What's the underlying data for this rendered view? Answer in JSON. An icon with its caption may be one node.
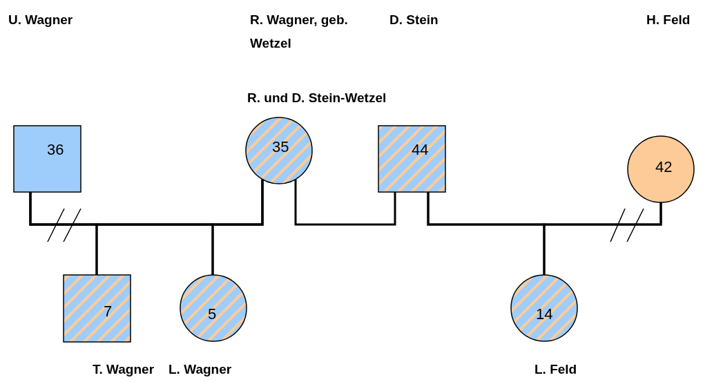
{
  "diagram": {
    "nodes": [
      {
        "text": [
          "36"
        ]
      },
      {
        "text": [
          "35"
        ]
      },
      {
        "text": [
          "44"
        ]
      },
      {
        "text": [
          "42"
        ]
      },
      {
        "text": [
          "7"
        ],
        "beside": [
          "T. Wagner"
        ]
      },
      {
        "text": [
          "5"
        ],
        "beside": [
          "L. Wagner"
        ]
      },
      {
        "text": [
          "14"
        ],
        "beside": [
          "L. Feld"
        ]
      }
    ],
    "edges": [
      {
        "from": 0,
        "to": 1,
        "arrow": "none"
      },
      {
        "from": 1,
        "to": 2,
        "arrow": "none"
      },
      {
        "from": 2,
        "to": 3,
        "arrow": "none"
      },
      {
        "from": 0,
        "to": 4,
        "arrow": "none"
      },
      {
        "from": 1,
        "to": 4,
        "arrow": "none"
      },
      {
        "from": 0,
        "to": 5,
        "arrow": "none"
      },
      {
        "from": 1,
        "to": 5,
        "arrow": "none"
      },
      {
        "from": 2,
        "to": 6,
        "arrow": "none"
      },
      {
        "from": 3,
        "to": 6,
        "arrow": "none"
      }
    ],
    "labels": [
      "U. Wagner",
      "R. Wagner, geb. Wetzel",
      "D. Stein",
      "H. Feld",
      "R. und D. Stein-Wetzel"
    ]
  }
}
